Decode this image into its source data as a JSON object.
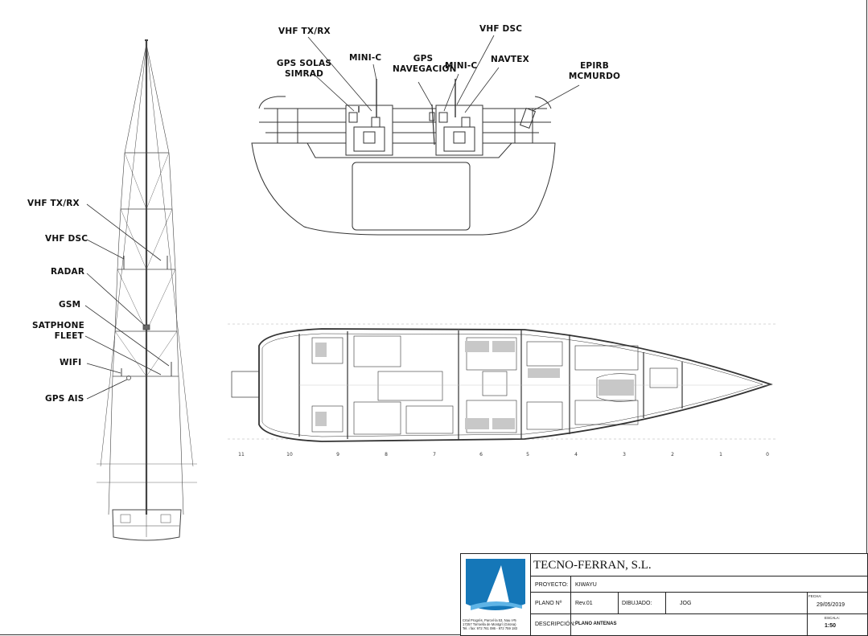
{
  "callouts": {
    "mast": {
      "vhf_txrx": "VHF TX/RX",
      "vhf_dsc": "VHF DSC",
      "radar": "RADAR",
      "gsm": "GSM",
      "satphone_l1": "SATPHONE",
      "satphone_l2": "FLEET",
      "wifi": "WIFI",
      "gps_ais": "GPS AIS"
    },
    "stern": {
      "vhf_txrx": "VHF TX/RX",
      "gps_solas_l1": "GPS SOLAS",
      "gps_solas_l2": "SIMRAD",
      "mini_c_left": "MINI-C",
      "gps_nav_l1": "GPS",
      "gps_nav_l2": "NAVEGACIÓN",
      "vhf_dsc": "VHF DSC",
      "mini_c_right": "MINI-C",
      "navtex": "NAVTEX",
      "epirb_l1": "EPIRB",
      "epirb_l2": "MCMURDO"
    }
  },
  "station_numbers": [
    "11",
    "10",
    "9",
    "8",
    "7",
    "6",
    "5",
    "4",
    "3",
    "2",
    "1",
    "0"
  ],
  "title_block": {
    "company": "TECNO-FERRAN, S.L.",
    "address_l1": "Crtal Progrés, Parcel·la 53, Nau nº5",
    "address_l2": "17257 Torroella de Montgrí (Girona)",
    "address_l3": "Tel. i fax: 972 761 086 - 972 759 183",
    "proyecto_label": "PROYECTO:",
    "proyecto_value": "KIWAYU",
    "plano_label": "PLANO Nº",
    "plano_value": "Rev.01",
    "dibujado_label": "DIBUJADO:",
    "dibujado_value": "JOG",
    "fecha_label": "FECHA:",
    "fecha_value": "29/05/2019",
    "descripcion_label": "DESCRIPCIÓN:",
    "descripcion_value": "PLANO ANTENAS",
    "escala_label": "ESCALA:",
    "escala_value": "1:50"
  },
  "colors": {
    "line": "#333333",
    "logo_blue": "#1577b8",
    "logo_light": "#5fb4e6"
  }
}
